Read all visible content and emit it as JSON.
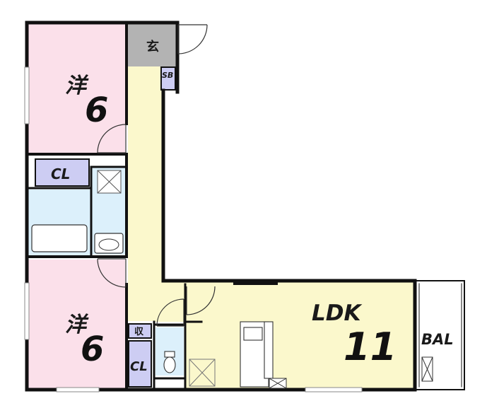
{
  "rooms": {
    "room_top": {
      "type_label": "洋",
      "size_label": "6"
    },
    "room_bottom": {
      "type_label": "洋",
      "size_label": "6"
    },
    "ldk": {
      "type_label": "LDK",
      "size_label": "11"
    },
    "balcony": {
      "label": "BAL"
    },
    "closet_top": {
      "label": "CL"
    },
    "closet_bottom": {
      "label": "CL"
    },
    "entrance": {
      "label": "玄"
    },
    "shoe_box": {
      "label": "SB"
    },
    "storage": {
      "label": "収"
    }
  },
  "colors": {
    "bedroom": "#fbe0ea",
    "corridor_ldk": "#fbf8cc",
    "wet_area": "#dcf0fb",
    "closet": "#cdcdf3",
    "entrance": "#b3b3b3",
    "wall": "#111111"
  }
}
